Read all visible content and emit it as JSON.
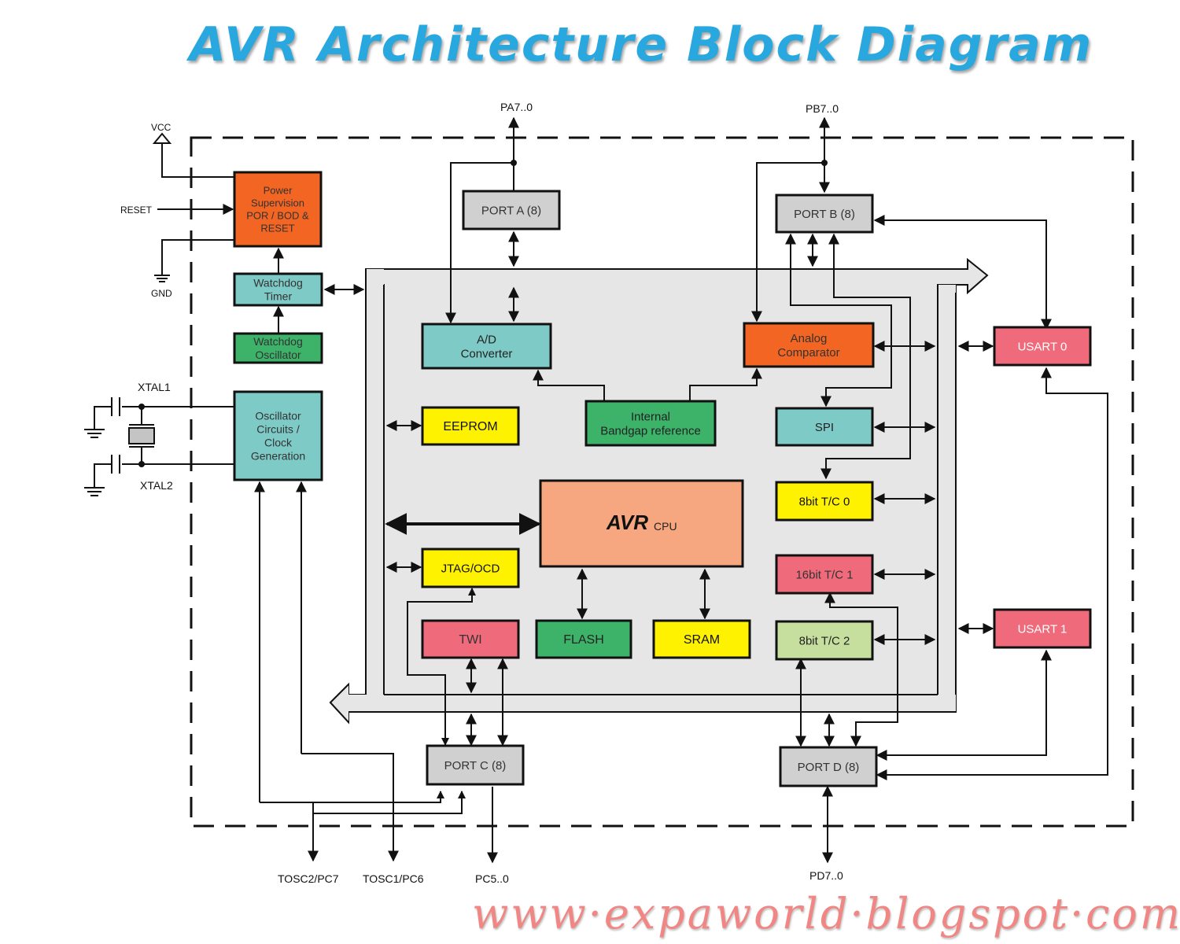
{
  "title": "AVR Architecture Block Diagram",
  "footer": "www·expaworld·blogspot·com",
  "colors": {
    "orange": "#f26522",
    "teal": "#7ecac6",
    "green": "#3db36a",
    "yellow": "#fff200",
    "pink": "#ef6b7b",
    "grey": "#d0d0d0",
    "cpu": "#f6a77f",
    "lightgreen": "#c6df9f"
  },
  "blocks": {
    "power": [
      "Power",
      "Supervision",
      "POR / BOD &",
      "RESET"
    ],
    "wd_timer": [
      "Watchdog",
      "Timer"
    ],
    "wd_osc": [
      "Watchdog",
      "Oscillator"
    ],
    "osc": [
      "Oscillator",
      "Circuits /",
      "Clock",
      "Generation"
    ],
    "port_a": "PORT A (8)",
    "port_b": "PORT B (8)",
    "port_c": "PORT C (8)",
    "port_d": "PORT D (8)",
    "adc": [
      "A/D",
      "Converter"
    ],
    "comparator": [
      "Analog",
      "Comparator"
    ],
    "bandgap": [
      "Internal",
      "Bandgap reference"
    ],
    "eeprom": "EEPROM",
    "spi": "SPI",
    "tc0": "8bit T/C 0",
    "tc1": "16bit T/C 1",
    "tc2": "8bit T/C 2",
    "usart0": "USART 0",
    "usart1": "USART 1",
    "jtag": "JTAG/OCD",
    "twi": "TWI",
    "flash": "FLASH",
    "sram": "SRAM",
    "cpu_logo": "AVR",
    "cpu_label": "CPU"
  },
  "pins": {
    "vcc": "VCC",
    "reset": "RESET",
    "gnd": "GND",
    "xtal1": "XTAL1",
    "xtal2": "XTAL2",
    "pa": "PA7..0",
    "pb": "PB7..0",
    "tosc2": "TOSC2/PC7",
    "tosc1": "TOSC1/PC6",
    "pc": "PC5..0",
    "pd": "PD7..0"
  }
}
